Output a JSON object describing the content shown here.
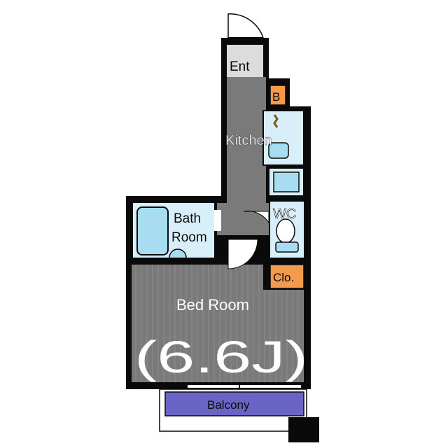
{
  "floorplan": {
    "rooms": {
      "entrance": "Ent",
      "kitchen": "Kitchen",
      "bath": [
        "Bath",
        "Room"
      ],
      "wc": "WC",
      "bedroom": "Bed Room",
      "size": "(6.6J)",
      "balcony": "Balcony"
    },
    "storage": {
      "shoe_box": "B",
      "closet": "Clo."
    }
  },
  "colors": {
    "wall": "#0a0a0a",
    "floor": "#7a7a7a",
    "entrance_floor": "#dcdcdc",
    "wet_area": "#d8eef8",
    "fixture": "#a8dcf0",
    "storage": "#f39a4c",
    "balcony": "#6a65c4",
    "stripe": "#9a9a9a"
  }
}
